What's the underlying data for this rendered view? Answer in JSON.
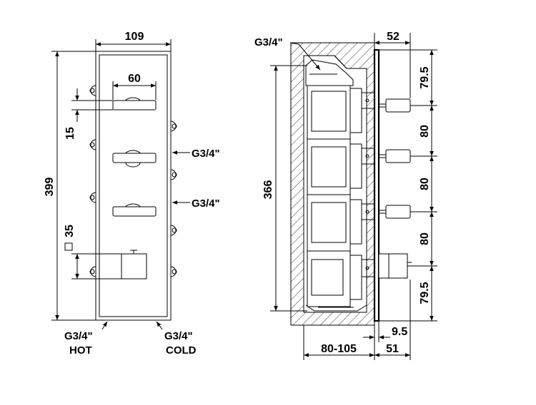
{
  "colors": {
    "line": "#000000",
    "background": "#ffffff"
  },
  "front_view": {
    "width_label": "109",
    "handle_width_label": "60",
    "height_label": "399",
    "handle_height_label": "15",
    "square_label": "35",
    "port_label_1": "G3/4\"",
    "port_label_2": "G3/4\"",
    "hot_port_label": "G3/4\"",
    "hot_label": "HOT",
    "cold_port_label": "G3/4\"",
    "cold_label": "COLD"
  },
  "side_view": {
    "top_port_label": "G3/4\"",
    "projection_label": "52",
    "body_height_label": "366",
    "spacing_labels": [
      "79.5",
      "80",
      "80",
      "80",
      "79.5"
    ],
    "offset_label": "9.5",
    "depth_label": "80-105",
    "plate_label": "51"
  }
}
